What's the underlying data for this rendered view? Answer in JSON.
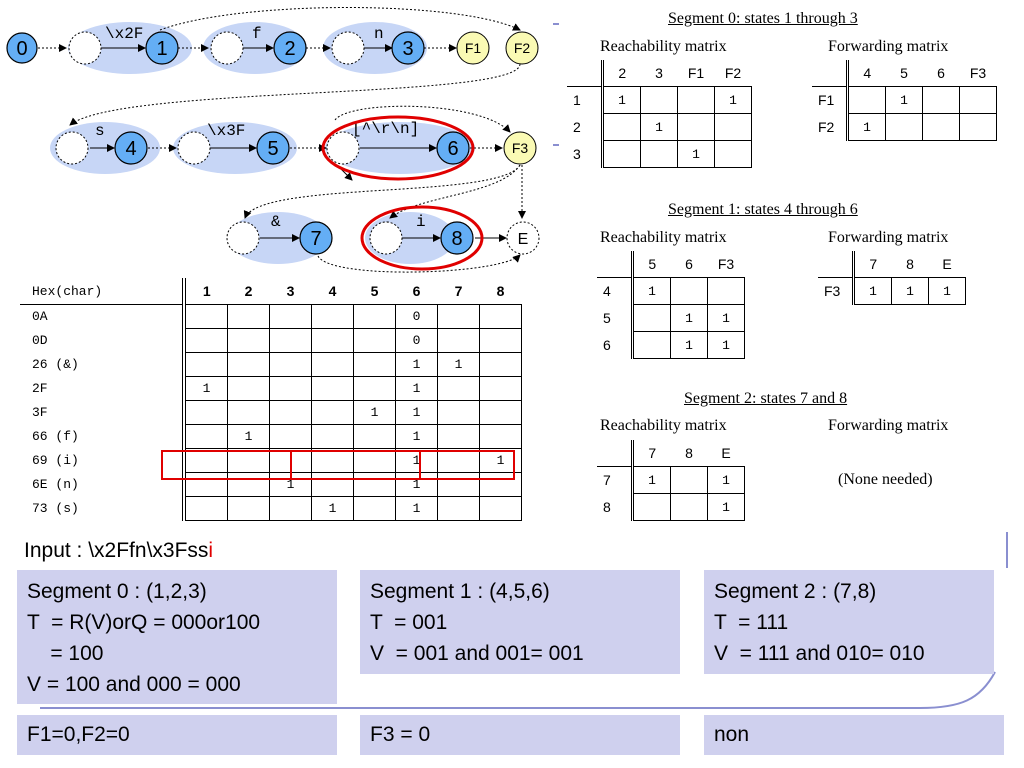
{
  "diagram": {
    "states": [
      "0",
      "1",
      "2",
      "3",
      "F1",
      "F2",
      "4",
      "5",
      "6",
      "F3",
      "7",
      "8",
      "E"
    ],
    "transitions": [
      "\\x2F",
      "f",
      "n",
      "s",
      "\\x3F",
      "[^\\r\\n]",
      "&",
      "i"
    ]
  },
  "segments": [
    {
      "title": "Segment 0: states 1 through 3",
      "reach_label": "Reachability matrix",
      "fwd_label": "Forwarding matrix",
      "reach": {
        "cols": [
          "2",
          "3",
          "F1",
          "F2"
        ],
        "rows": [
          [
            "1",
            "1",
            "",
            "",
            "1"
          ],
          [
            "2",
            "",
            "1",
            "",
            ""
          ],
          [
            "3",
            "",
            "",
            "1",
            ""
          ]
        ]
      },
      "fwd": {
        "cols": [
          "4",
          "5",
          "6",
          "F3"
        ],
        "rows": [
          [
            "F1",
            "",
            "1",
            "",
            ""
          ],
          [
            "F2",
            "1",
            "",
            "",
            ""
          ]
        ]
      }
    },
    {
      "title": "Segment 1: states 4 through 6",
      "reach_label": "Reachability matrix",
      "fwd_label": "Forwarding matrix",
      "reach": {
        "cols": [
          "5",
          "6",
          "F3"
        ],
        "rows": [
          [
            "4",
            "1",
            "",
            ""
          ],
          [
            "5",
            "",
            "1",
            "1"
          ],
          [
            "6",
            "",
            "1",
            "1"
          ]
        ]
      },
      "fwd": {
        "cols": [
          "7",
          "8",
          "E"
        ],
        "rows": [
          [
            "F3",
            "1",
            "1",
            "1"
          ]
        ]
      }
    },
    {
      "title": "Segment 2: states 7 and 8",
      "reach_label": "Reachability matrix",
      "fwd_label": "Forwarding matrix",
      "reach": {
        "cols": [
          "7",
          "8",
          "E"
        ],
        "rows": [
          [
            "7",
            "1",
            "",
            "1"
          ],
          [
            "8",
            "",
            "",
            "1"
          ]
        ]
      },
      "fwd_note": "(None needed)"
    }
  ],
  "hex_table": {
    "header": "Hex(char)",
    "cols": [
      "1",
      "2",
      "3",
      "4",
      "5",
      "6",
      "7",
      "8"
    ],
    "rows": [
      {
        "label": "0A",
        "cells": [
          "",
          "",
          "",
          "",
          "",
          "0",
          "",
          ""
        ]
      },
      {
        "label": "0D",
        "cells": [
          "",
          "",
          "",
          "",
          "",
          "0",
          "",
          ""
        ]
      },
      {
        "label": "26  (&)",
        "cells": [
          "",
          "",
          "",
          "",
          "",
          "1",
          "1",
          ""
        ]
      },
      {
        "label": "2F",
        "cells": [
          "1",
          "",
          "",
          "",
          "",
          "1",
          "",
          ""
        ]
      },
      {
        "label": "3F",
        "cells": [
          "",
          "",
          "",
          "",
          "1",
          "1",
          "",
          ""
        ]
      },
      {
        "label": "66  (f)",
        "cells": [
          "",
          "1",
          "",
          "",
          "",
          "1",
          "",
          ""
        ]
      },
      {
        "label": "69  (i)",
        "cells": [
          "",
          "",
          "",
          "",
          "",
          "1",
          "",
          "1"
        ]
      },
      {
        "label": "6E  (n)",
        "cells": [
          "",
          "",
          "1",
          "",
          "",
          "1",
          "",
          ""
        ]
      },
      {
        "label": "73  (s)",
        "cells": [
          "",
          "",
          "",
          "1",
          "",
          "1",
          "",
          ""
        ]
      }
    ]
  },
  "input": {
    "prefix": "Input : \\x2Ffn\\x3Fss",
    "highlight": "i"
  },
  "boxes": {
    "seg0": "Segment 0 : (1,2,3)\nT  = R(V)orQ = 000or100\n    = 100\nV = 100 and 000 = 000",
    "seg1": "Segment 1 : (4,5,6)\nT  = 001\nV  = 001 and 001= 001",
    "seg2": "Segment 2 : (7,8)\nT  = 111\nV  = 111 and 010= 010",
    "f0": "F1=0,F2=0",
    "f1": "F3 = 0",
    "f2": "non"
  },
  "colors": {
    "state_blue": "#64aef5",
    "final_yellow": "#fafab4",
    "group_fill": "#c7d6f6",
    "box_fill": "#cfd0ee",
    "highlight_red": "#e00000"
  }
}
